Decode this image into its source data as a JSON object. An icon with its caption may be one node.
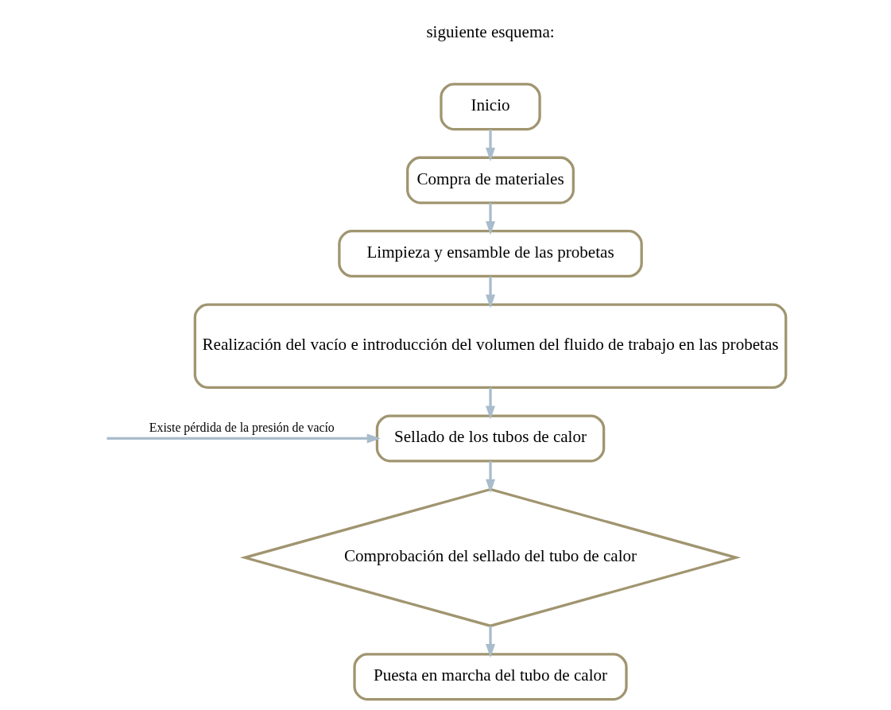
{
  "diagram": {
    "nodes": [
      {
        "text": [
          "Inicio"
        ]
      },
      {
        "text": [
          "Compra de materiales"
        ]
      },
      {
        "text": [
          "Limpieza y ensamble de las probetas"
        ]
      },
      {
        "text": [
          "Realización del vacío e introducción del volumen del fluido de trabajo en las probetas"
        ]
      },
      {
        "text": [
          "Sellado de los tubos de calor"
        ]
      },
      {
        "text": [
          "Comprobación del sellado del tubo de calor"
        ]
      },
      {
        "text": [
          "Puesta en marcha del tubo de calor"
        ]
      }
    ],
    "edges": [
      {
        "from": 0,
        "to": 1,
        "arrow": "to"
      },
      {
        "from": 1,
        "to": 2,
        "arrow": "to"
      },
      {
        "from": 2,
        "to": 3,
        "arrow": "to"
      },
      {
        "from": 3,
        "to": 4,
        "arrow": "to"
      },
      {
        "from": 4,
        "to": 5,
        "arrow": "to"
      },
      {
        "from": 5,
        "to": 6,
        "arrow": "to"
      },
      {
        "from": null,
        "to": 4,
        "arrow": "to",
        "label": "Existe pérdida de la presión de vacío"
      }
    ],
    "labels": [
      "siguiente esquema:"
    ]
  }
}
